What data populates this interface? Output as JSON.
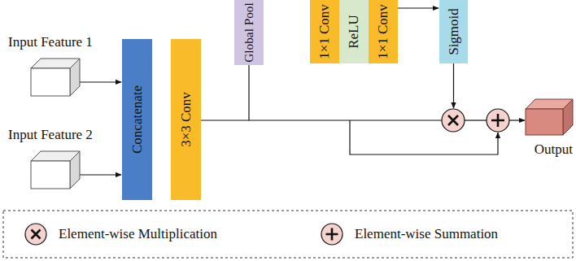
{
  "diagram": {
    "nodes": [
      {
        "text": [
          "Input Feature 1"
        ]
      },
      {
        "text": [
          "Input Feature 2"
        ]
      },
      {
        "text": [
          "Concatenate"
        ]
      },
      {
        "text": [
          "3×3 Conv"
        ]
      },
      {
        "text": [
          "Global Pool"
        ]
      },
      {
        "text": [
          "1×1 Conv"
        ]
      },
      {
        "text": [
          "ReLU"
        ]
      },
      {
        "text": [
          "1×1 Conv"
        ]
      },
      {
        "text": [
          "Sigmoid"
        ]
      },
      {
        "text": [
          "Output"
        ]
      }
    ],
    "edges": [
      {
        "from": 0,
        "to": 2,
        "arrow": "to"
      },
      {
        "from": 1,
        "to": 2,
        "arrow": "to"
      },
      {
        "from": 3,
        "to": 4,
        "arrow": "none"
      },
      {
        "from": 7,
        "to": 8,
        "arrow": "to"
      }
    ],
    "legend": [
      {
        "text": "Element-wise Multiplication"
      },
      {
        "text": "Element-wise Summation"
      }
    ]
  }
}
